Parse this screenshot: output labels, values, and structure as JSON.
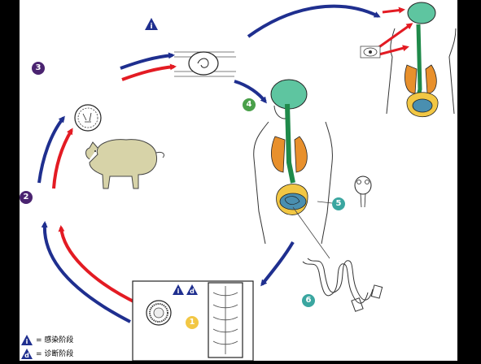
{
  "colors": {
    "background": "#ffffff",
    "frame": "#000000",
    "infection_arrow": "#1f2f8f",
    "diagnostic_arrow": "#e31b23",
    "purple_badge": "#4a2370",
    "green_badge": "#4aa04a",
    "teal_badge": "#3aa6a0",
    "yellow_badge": "#f2c744",
    "brain": "#5ec5a0",
    "lung": "#e8902c",
    "gut": "#1f8a4a",
    "colon": "#f2c744",
    "intestine": "#4a8fb0",
    "pig": "#d7d3a8"
  },
  "steps": [
    {
      "id": "step-1",
      "label": "1",
      "kind": "circle-yellow"
    },
    {
      "id": "step-2",
      "label": "2",
      "kind": "circle-purple"
    },
    {
      "id": "step-3",
      "label": "3",
      "kind": "circle-purple"
    },
    {
      "id": "step-4",
      "label": "4",
      "kind": "circle-green"
    },
    {
      "id": "step-5",
      "label": "5",
      "kind": "circle-teal"
    },
    {
      "id": "step-6",
      "label": "6",
      "kind": "circle-teal"
    }
  ],
  "stage_markers": {
    "infective_symbol": "i",
    "diagnostic_symbol": "d"
  },
  "legend": {
    "infective_label": "= 感染阶段",
    "diagnostic_label": "= 诊断阶段"
  }
}
